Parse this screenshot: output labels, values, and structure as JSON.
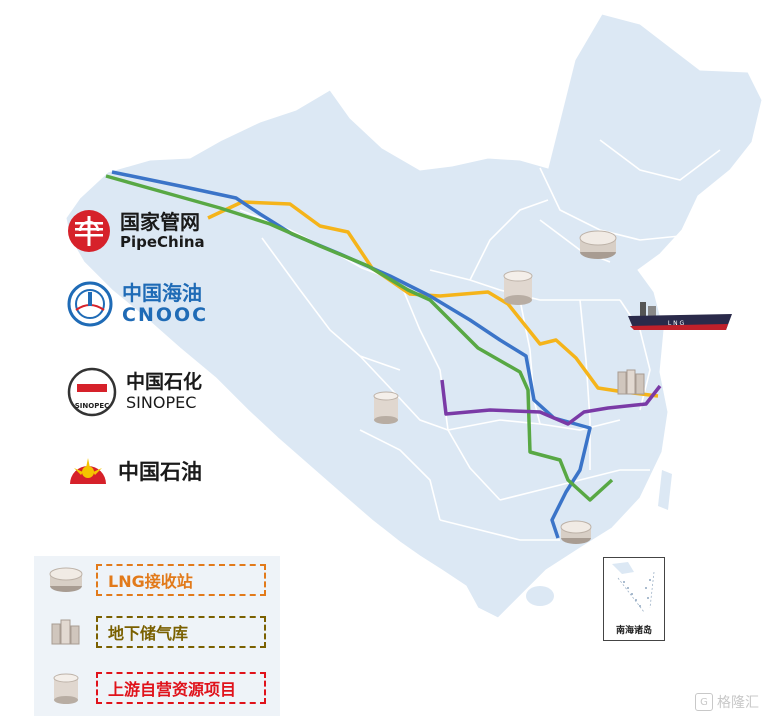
{
  "colors": {
    "land": "#dce8f4",
    "border": "#ffffff",
    "pipe_yellow": "#f5b41a",
    "pipe_blue": "#3b74c8",
    "pipe_green": "#58a844",
    "pipe_purple": "#7a3aa6",
    "pipechina_red": "#d6212a",
    "cnooc_blue": "#1f6bb6",
    "legend_orange": "#e27a1a",
    "legend_olive": "#7a6000",
    "legend_red": "#e0121b"
  },
  "companies": [
    {
      "cn": "国家管网",
      "en": "PipeChina",
      "icon": "pipechina-icon",
      "en_color": "#1a1a1a"
    },
    {
      "cn": "中国海油",
      "en": "CNOOC",
      "icon": "cnooc-icon",
      "en_color": "#1f6bb6"
    },
    {
      "cn": "中国石化",
      "en": "SINOPEC",
      "icon": "sinopec-icon",
      "en_color": "#1a1a1a"
    },
    {
      "cn": "中国石油",
      "en": "",
      "icon": "petrochina-icon",
      "en_color": "#1a1a1a"
    }
  ],
  "legend": [
    {
      "label": "LNG接收站",
      "icon": "lng-terminal-icon",
      "color": "#e27a1a"
    },
    {
      "label": "地下储气库",
      "icon": "underground-storage-icon",
      "color": "#7a6000"
    },
    {
      "label": "上游自营资源项目",
      "icon": "upstream-project-icon",
      "color": "#e0121b"
    }
  ],
  "ship": {
    "text": "L  N  G",
    "icon": "lng-carrier-icon"
  },
  "inset": {
    "label": "南海诸岛"
  },
  "watermark": {
    "text": "格隆汇",
    "icon": "gelonghui-logo-icon"
  }
}
